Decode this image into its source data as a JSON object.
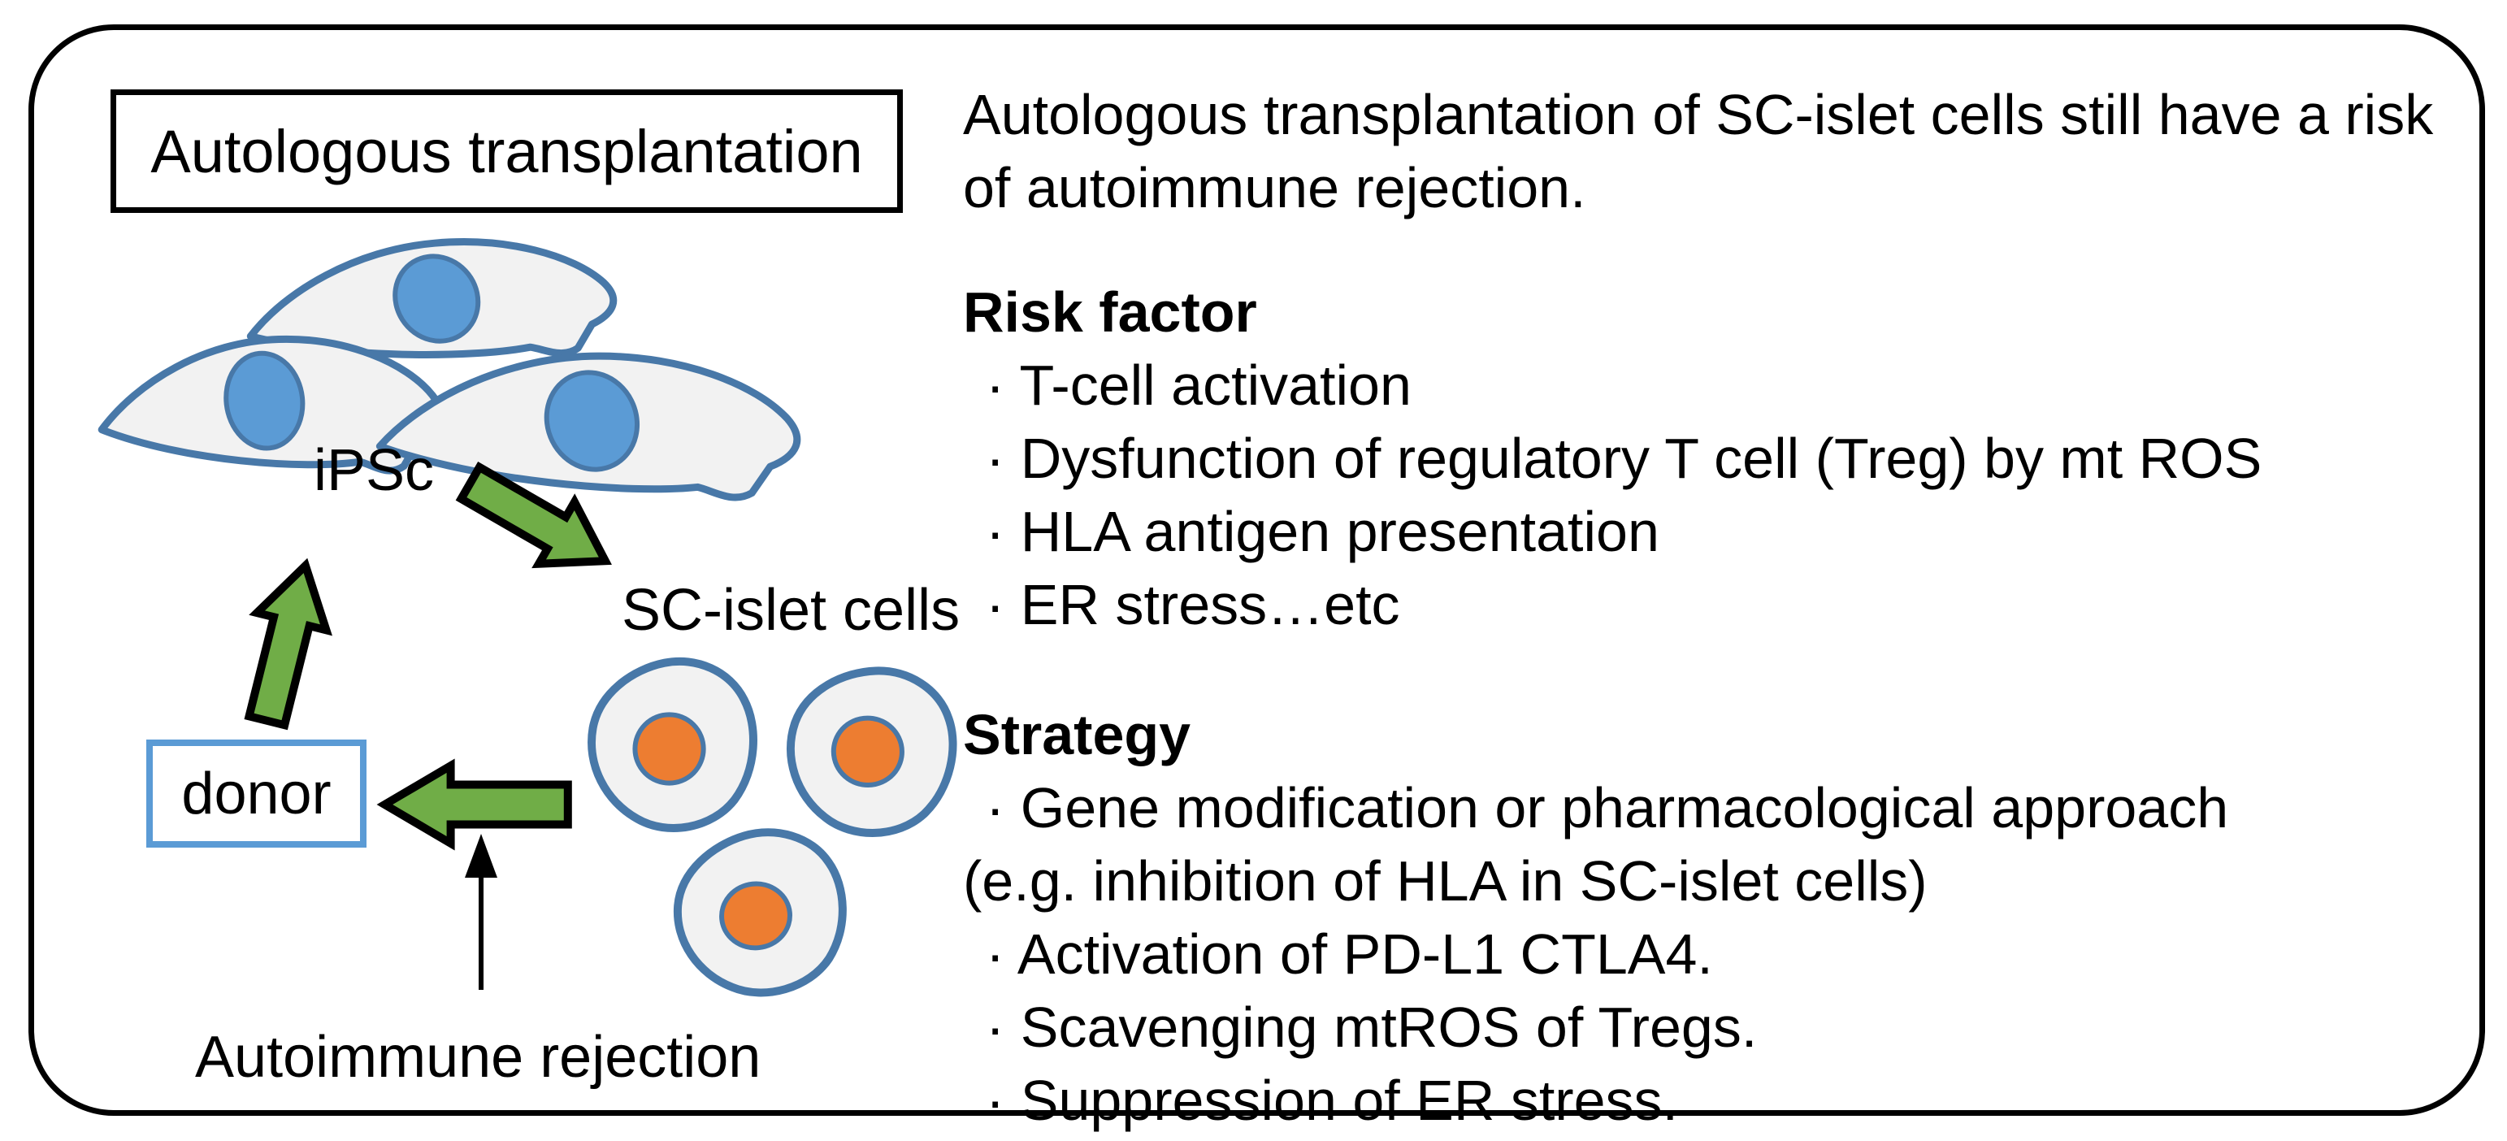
{
  "figure": {
    "title_box_label": "Autologous transplantation",
    "ipsc_label": "iPSc",
    "sc_islet_label": "SC-islet cells",
    "donor_label": "donor",
    "autoimmune_label": "Autoimmune rejection"
  },
  "description": {
    "intro_line1": "Autologous transplantation of SC-islet cells still have a risk",
    "intro_line2": "of autoimmune rejection.",
    "risk_factor": {
      "heading": "Risk factor",
      "items": [
        "· T-cell activation",
        "· Dysfunction of regulatory T cell (Treg) by mt ROS",
        "· HLA antigen presentation",
        "· ER stress…etc"
      ]
    },
    "strategy": {
      "heading": "Strategy",
      "items": [
        "· Gene modification or pharmacological approach",
        "(e.g. inhibition of HLA in SC-islet cells)",
        "· Activation of PD-L1 CTLA4.",
        "· Scavenging mtROS of Tregs.",
        "· Suppression of ER stress."
      ]
    }
  },
  "colors": {
    "background": "#ffffff",
    "text": "#000000",
    "frame_border": "#000000",
    "cell_outline_blue": "#4878a8",
    "nucleus_blue": "#5b9bd5",
    "cell_fill": "#f2f2f2",
    "nucleus_orange": "#ed7d31",
    "arrow_green": "#70ad47",
    "donor_border_blue": "#5b9bd5"
  }
}
